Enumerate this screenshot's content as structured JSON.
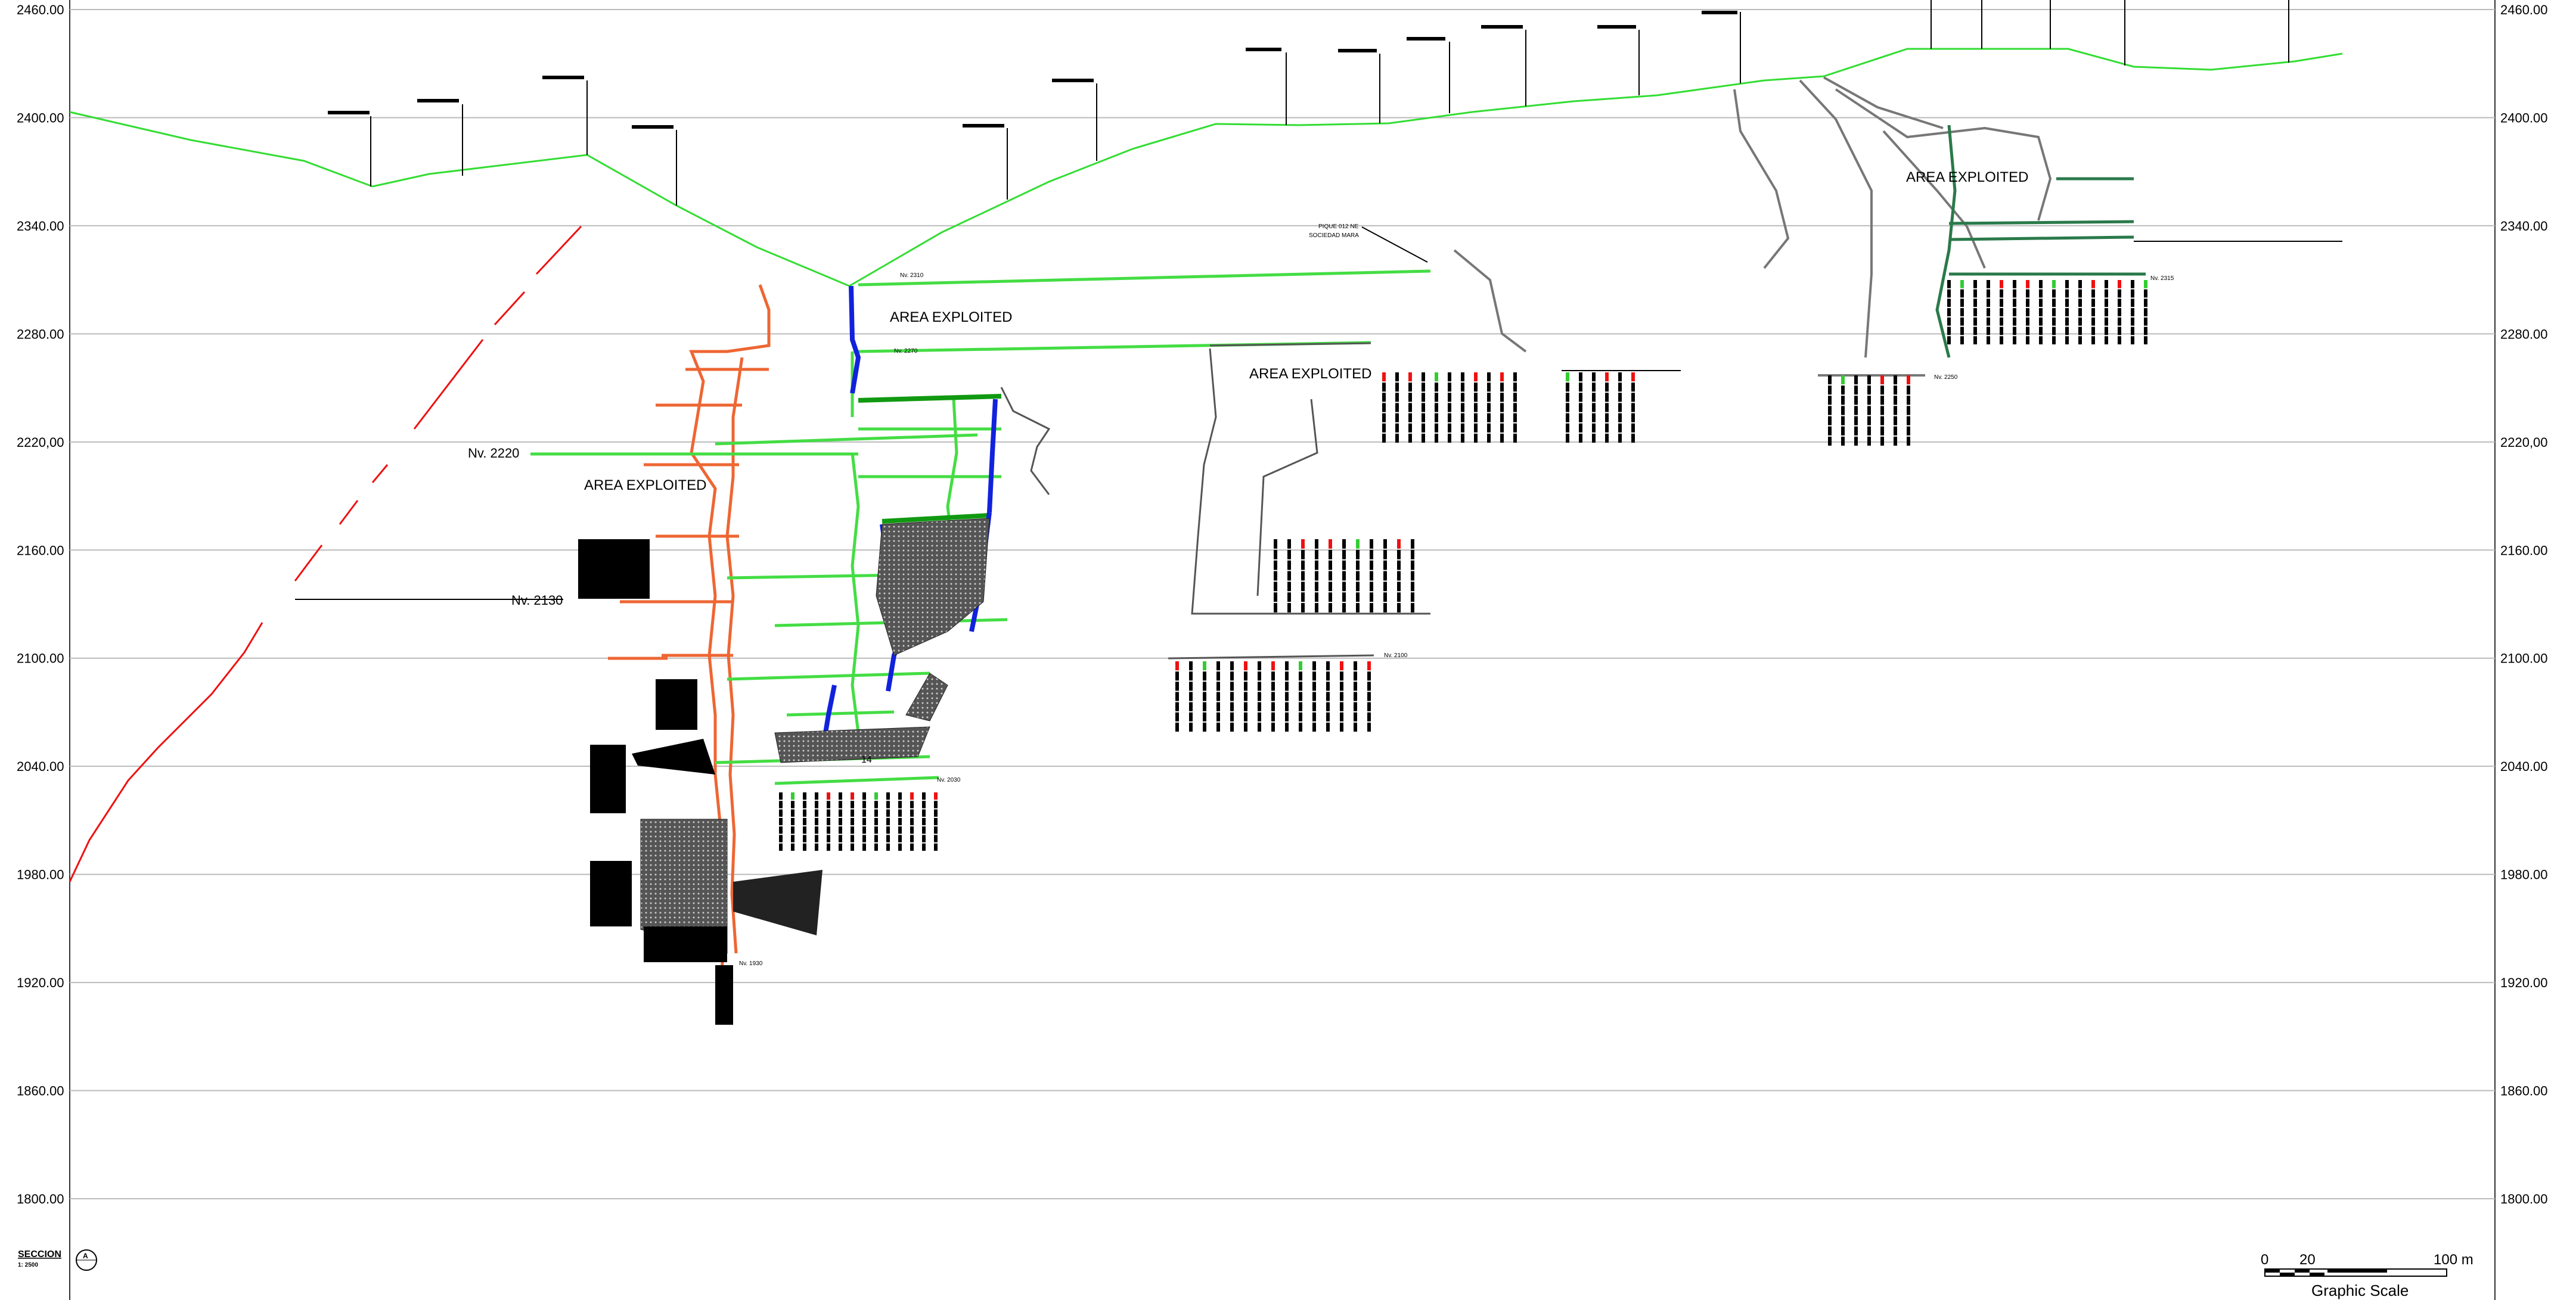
{
  "elevations": [
    {
      "value": "2460.00",
      "elev": 2460
    },
    {
      "value": "2400.00",
      "elev": 2400
    },
    {
      "value": "2340.00",
      "elev": 2340
    },
    {
      "value": "2280.00",
      "elev": 2280
    },
    {
      "value": "2220,00",
      "elev": 2220
    },
    {
      "value": "2160.00",
      "elev": 2160
    },
    {
      "value": "2100.00",
      "elev": 2100
    },
    {
      "value": "2040.00",
      "elev": 2040
    },
    {
      "value": "1980.00",
      "elev": 1980
    },
    {
      "value": "1920.00",
      "elev": 1920
    },
    {
      "value": "1860.00",
      "elev": 1860
    },
    {
      "value": "1800.00",
      "elev": 1800
    }
  ],
  "labels": {
    "area_exploited_1": "AREA EXPLOITED",
    "area_exploited_2": "AREA EXPLOITED",
    "area_exploited_3": "AREA EXPLOITED",
    "area_exploited_4": "AREA EXPLOITED",
    "nv_2220": "Nv. 2220",
    "nv_2130": "Nv. 2130",
    "nv_2310": "Nv. 2310",
    "nv_2270": "Nv. 2270",
    "nv_2100": "Nv. 2100",
    "nv_2030": "Nv. 2030",
    "nv_2250": "Nv. 2250",
    "nv_2315": "Nv. 2315",
    "nv_1930": "Nv. 1930",
    "marker_14": "14",
    "pique_012": "PIQUE 012 NE",
    "sociedad_mara": "SOCIEDAD MARA"
  },
  "section": {
    "title": "SECCION",
    "scale": "1: 2500",
    "marker": "A"
  },
  "graphic_scale": {
    "title": "Graphic Scale",
    "tick_0": "0",
    "tick_20": "20",
    "tick_100": "100 m"
  },
  "colors": {
    "surface": "#33dd33",
    "workings_green": "#44dd44",
    "workings_dark_green": "#119911",
    "workings_orange": "#ee6633",
    "workings_blue": "#1122dd",
    "fault_red": "#ee1111",
    "grey_workings": "#555555",
    "grid": "#bbbbbb"
  }
}
